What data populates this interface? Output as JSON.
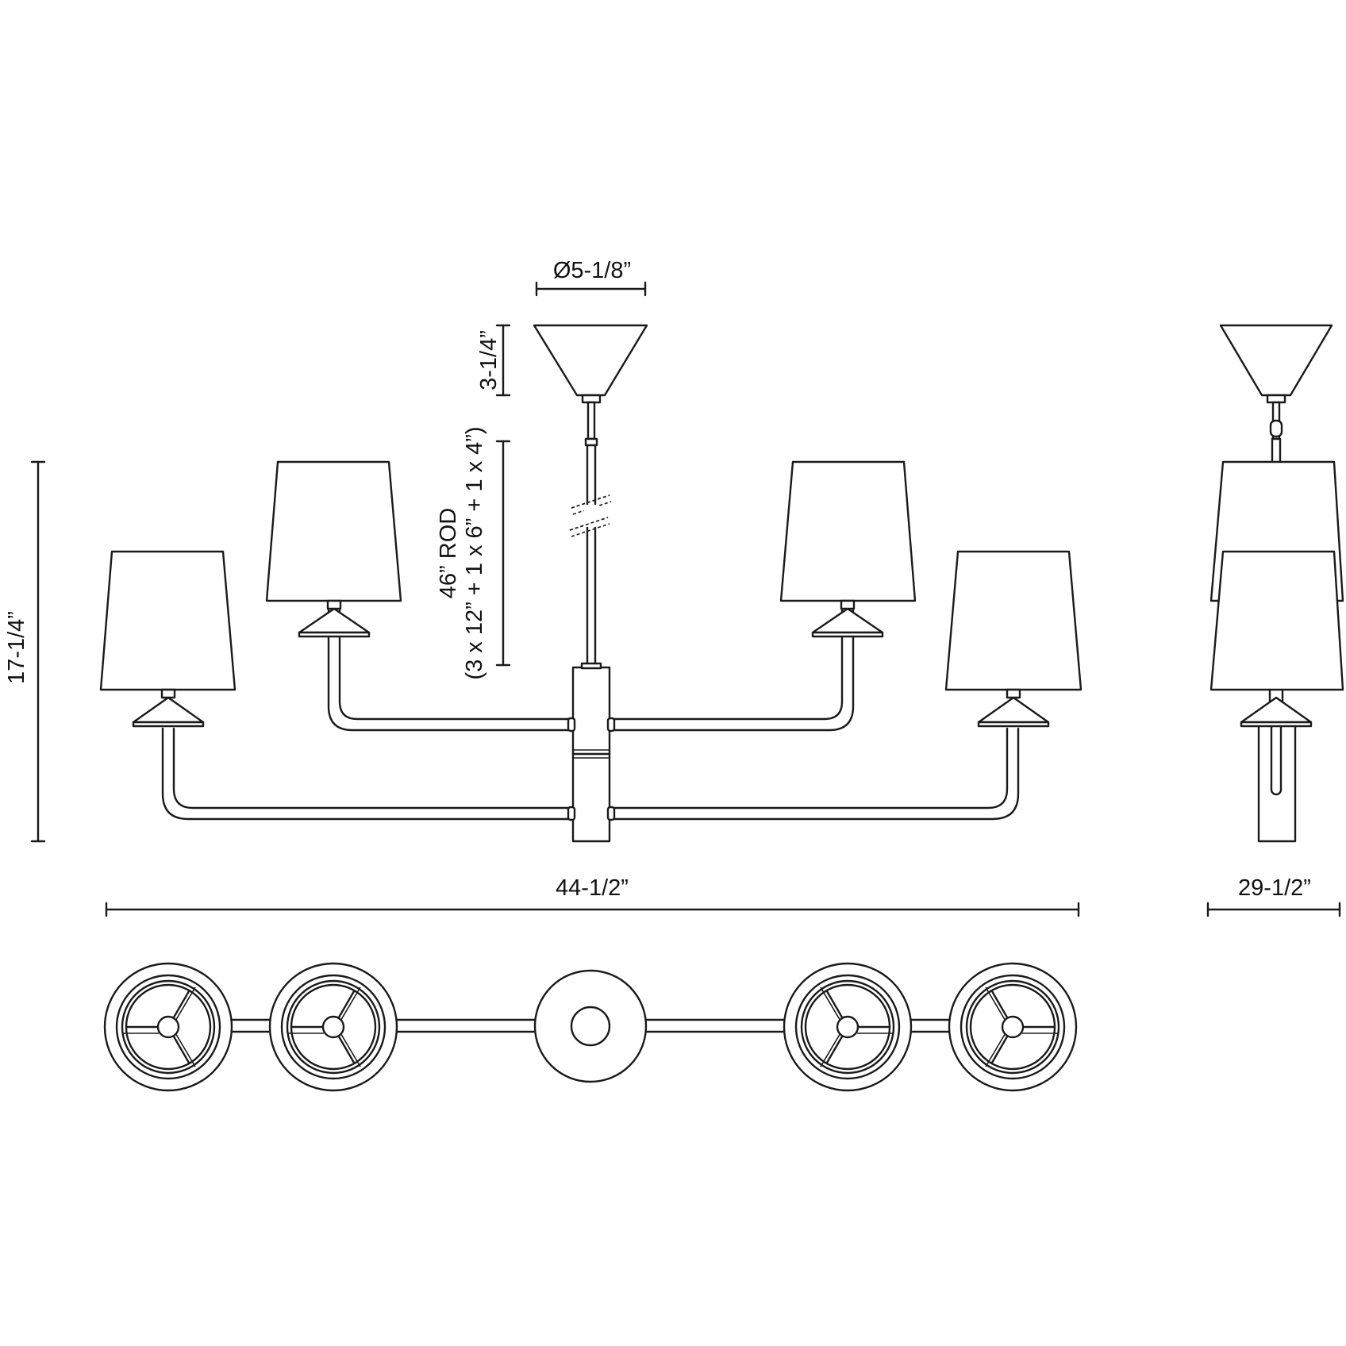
{
  "dimensions": {
    "canopy_diameter": "Ø5-1/8”",
    "canopy_height": "3-1/4”",
    "rod_length": "46” ROD",
    "rod_breakdown": "(3 x 12” + 1 x 6” + 1 x 4”)",
    "fixture_height": "17-1/4”",
    "fixture_width": "44-1/2”",
    "fixture_depth": "29-1/2”"
  },
  "colors": {
    "line": "#1a1a1a",
    "background": "#ffffff"
  }
}
